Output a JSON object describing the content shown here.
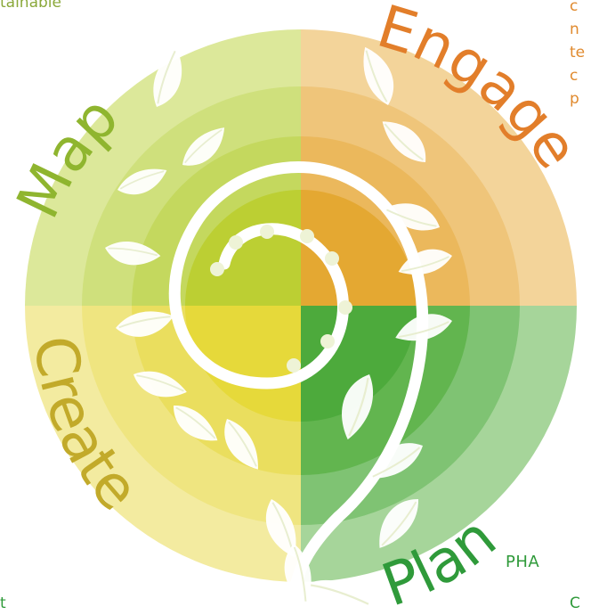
{
  "colors": {
    "map": [
      "#dce89a",
      "#cfe07c",
      "#c4d85e",
      "#bccf33"
    ],
    "engage": [
      "#f3d49a",
      "#efc57a",
      "#ebb85c",
      "#e4a832"
    ],
    "create": [
      "#f3eba0",
      "#efe580",
      "#eade5e",
      "#e6d93a"
    ],
    "plan": [
      "#a6d59a",
      "#7fc373",
      "#62b54f",
      "#4daa3c"
    ],
    "label_map": "#8fb52f",
    "label_engage": "#e27e2a",
    "label_create": "#c2aa2a",
    "label_plan": "#2f9a3a",
    "swirl": "#ffffff",
    "leaf_vein": "#e8eed0"
  },
  "labels": {
    "map": "Map",
    "engage": "Engage",
    "create": "Create",
    "plan": "Plan"
  },
  "fragments": {
    "top_left": "tainable",
    "top_right": "c\nn\nte\nc\np",
    "phase": "PHA",
    "bottom_left": "t",
    "bottom_right": "C"
  }
}
